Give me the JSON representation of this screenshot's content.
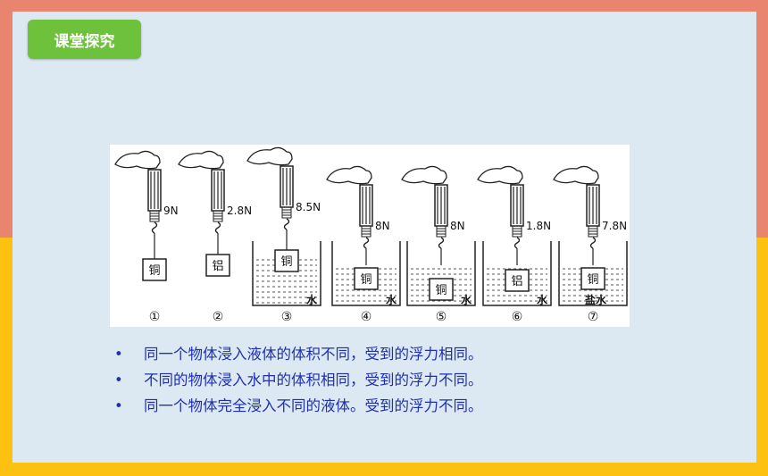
{
  "badge": {
    "label": "课堂探究",
    "color": "#6dc13b"
  },
  "colors": {
    "top_frame": "#e9846e",
    "bottom_frame": "#fdc111",
    "panel": "#dce9f2",
    "text": "#1f2fb0"
  },
  "figure": {
    "setups": [
      {
        "index": "①",
        "reading": "9N",
        "block": "铜",
        "liquid": ""
      },
      {
        "index": "②",
        "reading": "2.8N",
        "block": "铝",
        "liquid": ""
      },
      {
        "index": "③",
        "reading": "8.5N",
        "block": "铜",
        "liquid": "水"
      },
      {
        "index": "④",
        "reading": "8N",
        "block": "铜",
        "liquid": "水"
      },
      {
        "index": "⑤",
        "reading": "8N",
        "block": "铜",
        "liquid": "水"
      },
      {
        "index": "⑥",
        "reading": "1.8N",
        "block": "铝",
        "liquid": "水"
      },
      {
        "index": "⑦",
        "reading": "7.8N",
        "block": "铜",
        "liquid": "盐水"
      }
    ]
  },
  "bullets": [
    {
      "marker": "•",
      "text": "同一个物体浸入液体的体积不同，受到的浮力相同。"
    },
    {
      "marker": "•",
      "text": "不同的物体浸入水中的体积相同，受到的浮力不同。"
    },
    {
      "marker": "•",
      "text": "同一个物体完全浸入不同的液体。受到的浮力不同。"
    }
  ]
}
